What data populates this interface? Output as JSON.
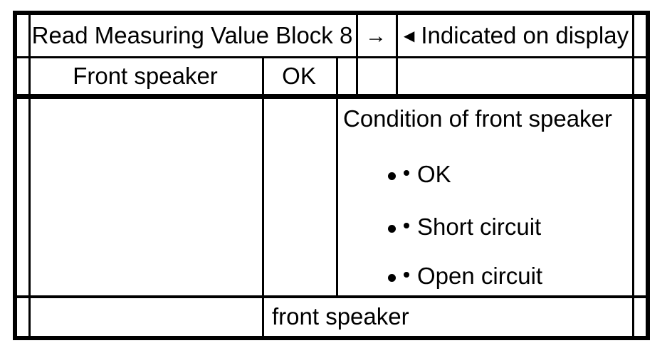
{
  "table": {
    "header_row": {
      "title": "Read Measuring Value Block 8",
      "arrow_icon": "→",
      "display_marker_icon": "◀",
      "display_label": "Indicated on display"
    },
    "value_row": {
      "channel_label": "Front speaker",
      "value": "OK"
    },
    "condition_section": {
      "heading": "Condition of front speaker",
      "options": [
        {
          "label": "OK"
        },
        {
          "label": "Short circuit"
        },
        {
          "label": "Open circuit"
        }
      ]
    },
    "footer_row": {
      "label": "front speaker"
    }
  },
  "colors": {
    "line": "#000000",
    "text": "#000000",
    "background": "#ffffff"
  }
}
